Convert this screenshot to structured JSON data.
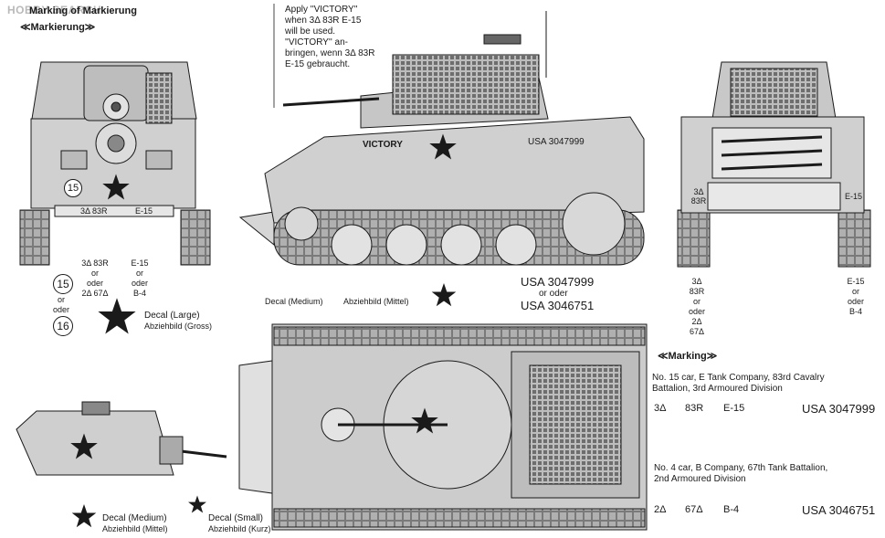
{
  "watermark": "HOBBY SEARCH",
  "headers": {
    "marking_de": "Marking of Markierung",
    "marking_de2": "≪Markierung≫",
    "marking_en": "≪Marking≫"
  },
  "note_apply": {
    "lines": [
      "Apply ''VICTORY''",
      "when 3Δ 83R E-15",
      "will be used.",
      "''VICTORY'' an-",
      "bringen, wenn 3Δ 83R",
      "E-15 gebraucht."
    ]
  },
  "tank_side": {
    "victory_text": "VICTORY",
    "serial_text": "USA 3047999"
  },
  "front_view": {
    "plate_left": "3Δ 83R",
    "plate_right": "E-15",
    "circle_15": "15",
    "col1": [
      "3Δ 83R",
      "or",
      "oder",
      "2Δ 67Δ"
    ],
    "col2": [
      "E-15",
      "or",
      "oder",
      "B-4"
    ]
  },
  "circles": {
    "c15": "15",
    "c16": "16",
    "or": "or",
    "oder": "oder"
  },
  "rear_view": {
    "plate_left": [
      "3Δ",
      "83R"
    ],
    "plate_right": "E-15",
    "col1": [
      "3Δ",
      "83R",
      "or",
      "oder",
      "2Δ",
      "67Δ"
    ],
    "col2": [
      "E-15",
      "or",
      "oder",
      "B-4"
    ]
  },
  "decals": {
    "large": {
      "en": "Decal (Large)",
      "de": "Abziehbild (Gross)"
    },
    "medium_side": {
      "en": "Decal (Medium)",
      "de": "Abziehbild (Mittel)"
    },
    "medium_bottom": {
      "en": "Decal (Medium)",
      "de": "Abziehbild (Mittel)"
    },
    "small": {
      "en": "Decal (Small)",
      "de": "Abziehbild (Kurz)"
    }
  },
  "serials_side": [
    "USA 3047999",
    "or oder",
    "USA 3046751"
  ],
  "markings": [
    {
      "desc": [
        "No. 15 car, E Tank Company, 83rd Cavalry",
        "Battalion, 3rd Armoured Division"
      ],
      "codes": [
        "3Δ",
        "83R",
        "E-15",
        "USA 3047999"
      ]
    },
    {
      "desc": [
        "No. 4 car, B Company, 67th Tank Battalion,",
        "2nd Armoured Division"
      ],
      "codes": [
        "2Δ",
        "67Δ",
        "B-4",
        "USA 3046751"
      ]
    }
  ],
  "colors": {
    "ink": "#1a1a1a",
    "hull": "#cfcfcf",
    "hull_dark": "#8e8e8e",
    "paper": "#ffffff"
  }
}
